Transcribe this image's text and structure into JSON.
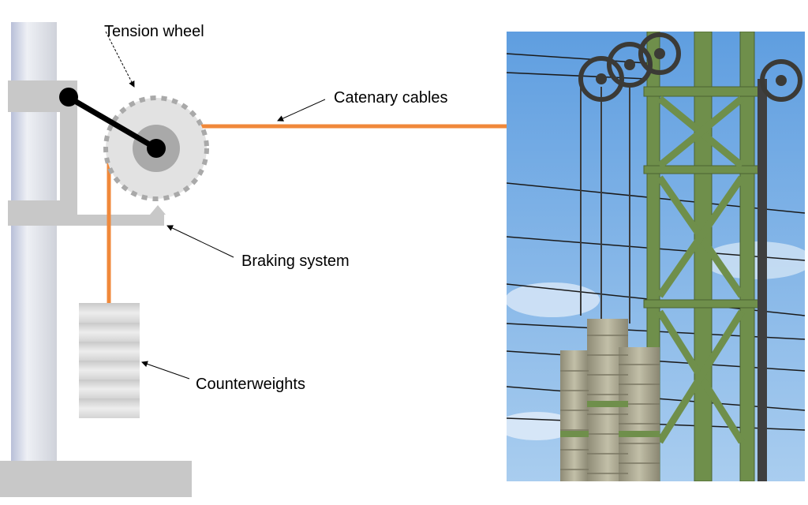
{
  "labels": {
    "tension_wheel": "Tension wheel",
    "catenary_cables": "Catenary cables",
    "braking_system": "Braking system",
    "counterweights": "Counterweights"
  },
  "colors": {
    "cable": "#f0883a",
    "pole": "#d4d6de",
    "bracket": "#c8c8c8",
    "wheel_outer": "#e2e2e2",
    "wheel_hub": "#a9a9a9",
    "arm": "#000000",
    "weights": "#d9d9d9",
    "sky": "#7fb4e8",
    "tower": "#6f8f4b",
    "concrete": "#a7a48e"
  },
  "icons": [
    "pole",
    "tension-wheel",
    "counterweight-stack",
    "photo-tower"
  ]
}
